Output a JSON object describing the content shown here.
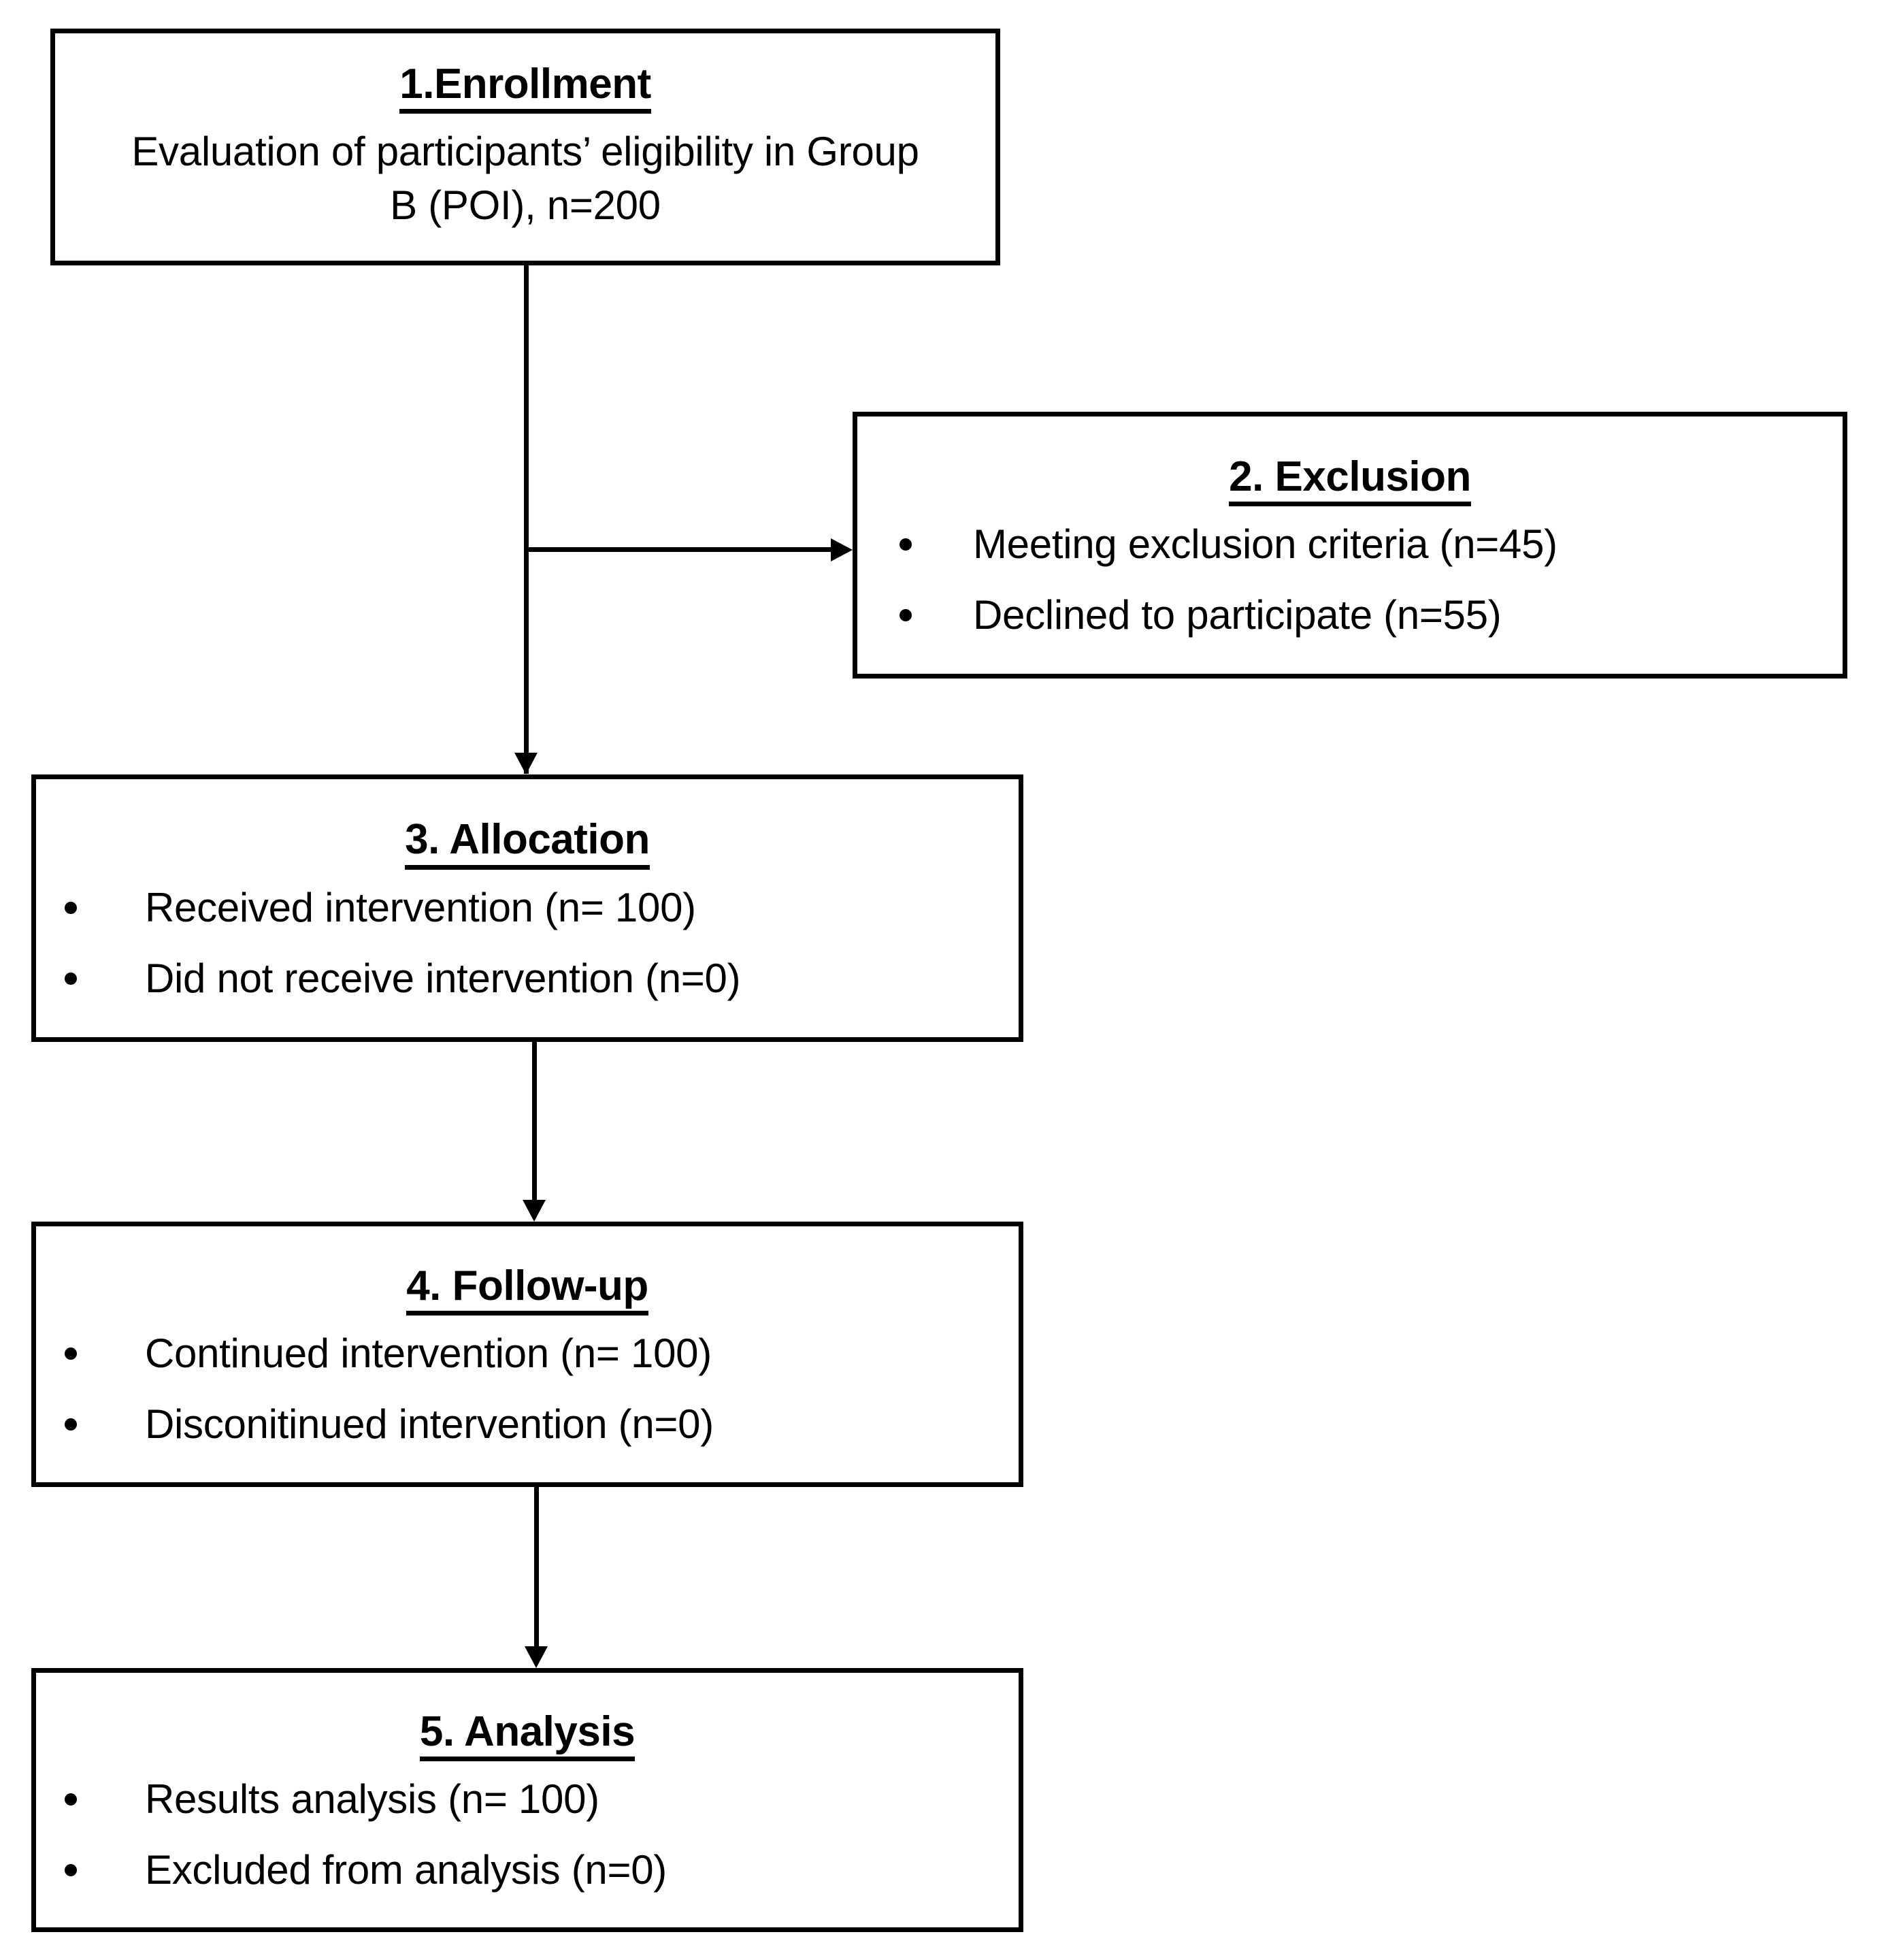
{
  "diagram": {
    "type": "consort-flow-diagram",
    "ink_color": "#000000",
    "background_color": "#ffffff",
    "nodes": [
      {
        "id": "enrollment",
        "title": "1.Enrollment",
        "body_line_1": "Evaluation of participants’ eligibility in Group",
        "body_line_2": "B (POI), n=200"
      },
      {
        "id": "exclusion",
        "title": "2. Exclusion",
        "items": [
          "Meeting exclusion criteria (n=45)",
          "Declined to participate (n=55)"
        ]
      },
      {
        "id": "allocation",
        "title": "3. Allocation",
        "items": [
          "Received intervention (n= 100)",
          "Did not receive intervention (n=0)"
        ]
      },
      {
        "id": "followup",
        "title": "4. Follow-up",
        "items": [
          "Continued intervention (n= 100)",
          "Disconitinued intervention (n=0)"
        ]
      },
      {
        "id": "analysis",
        "title": "5. Analysis",
        "items": [
          "Results analysis (n= 100)",
          "Excluded from analysis (n=0)"
        ]
      }
    ],
    "connectors": [
      {
        "from": "enrollment",
        "to": "exclusion",
        "direction": "right"
      },
      {
        "from": "enrollment",
        "to": "allocation",
        "direction": "down"
      },
      {
        "from": "allocation",
        "to": "followup",
        "direction": "down"
      },
      {
        "from": "followup",
        "to": "analysis",
        "direction": "down"
      }
    ]
  }
}
